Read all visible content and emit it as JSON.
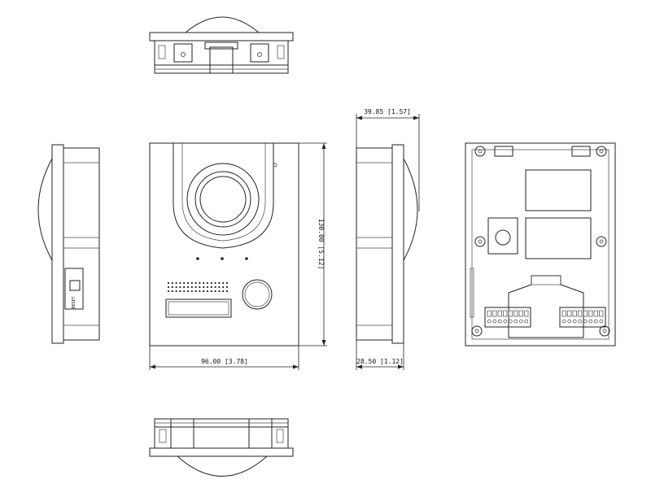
{
  "dimensions": {
    "width": "96.00 [3.78]",
    "height": "130.00 [5.12]",
    "depth_total": "39.85 [1.57]",
    "depth_body": "28.50 [1.12]"
  },
  "side_label": "RESET"
}
